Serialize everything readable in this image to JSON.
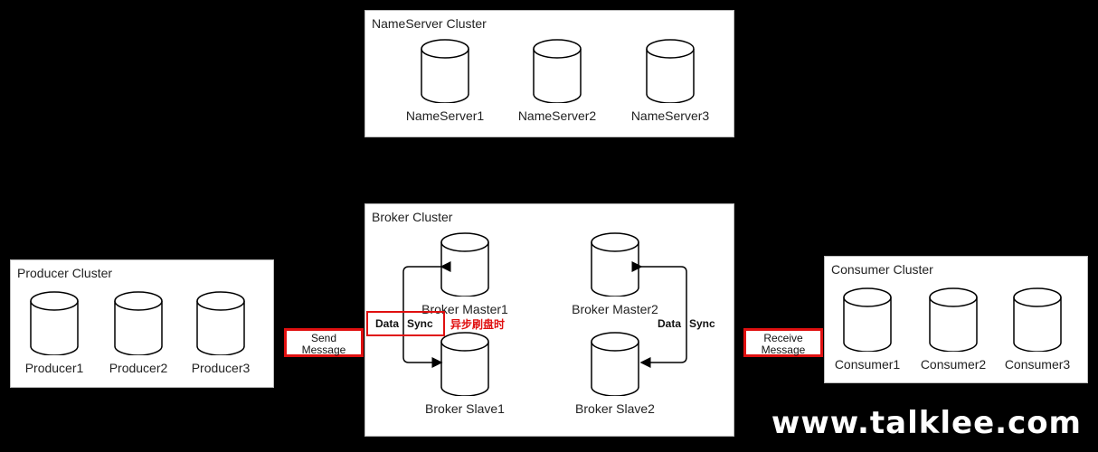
{
  "nameserver_cluster": {
    "title": "NameServer Cluster",
    "nodes": [
      "NameServer1",
      "NameServer2",
      "NameServer3"
    ]
  },
  "broker_cluster": {
    "title": "Broker Cluster",
    "masters": [
      "Broker Master1",
      "Broker Master2"
    ],
    "slaves": [
      "Broker Slave1",
      "Broker Slave2"
    ],
    "sync_left": {
      "word1": "Data",
      "word2": "Sync",
      "note": "异步刷盘时"
    },
    "sync_right": {
      "word1": "Data",
      "word2": "Sync"
    }
  },
  "producer_cluster": {
    "title": "Producer Cluster",
    "nodes": [
      "Producer1",
      "Producer2",
      "Producer3"
    ]
  },
  "consumer_cluster": {
    "title": "Consumer Cluster",
    "nodes": [
      "Consumer1",
      "Consumer2",
      "Consumer3"
    ]
  },
  "send_message": {
    "line1": "Send",
    "line2": "Message"
  },
  "receive_message": {
    "line1": "Receive",
    "line2": "Message"
  },
  "watermark": "www.talklee.com",
  "colors": {
    "highlight": "#e01010",
    "background": "#000000",
    "box": "#ffffff"
  }
}
